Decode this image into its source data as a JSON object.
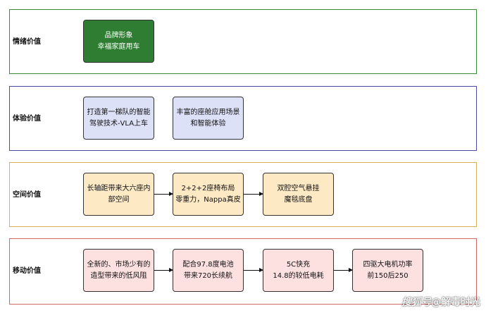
{
  "colors": {
    "emotion_border": "#3a8a3a",
    "experience_border": "#4a4aa0",
    "space_border": "#d4b060",
    "mobility_border": "#d06868",
    "emotion_box_bg": "#2e7d32",
    "experience_box_bg": "#dce1f7",
    "space_box_bg": "#fde9c4",
    "mobility_box_bg": "#fde0e0"
  },
  "rows": [
    {
      "label": "情绪价值",
      "boxes": [
        {
          "lines": [
            "品牌形象",
            "幸福家庭用车"
          ]
        }
      ]
    },
    {
      "label": "体验价值",
      "boxes": [
        {
          "lines": [
            "打造第一梯队的智能",
            "驾驶技术-VLA上车"
          ]
        },
        {
          "lines": [
            "丰富的座舱应用场景",
            "和智能体验"
          ]
        }
      ]
    },
    {
      "label": "空间价值",
      "boxes": [
        {
          "lines": [
            "长轴距带来大六座内",
            "部空间"
          ]
        },
        {
          "lines": [
            "2+2+2座椅布局",
            "零重力，Nappa真皮"
          ]
        },
        {
          "lines": [
            "双腔空气悬挂",
            "魔毯底盘"
          ]
        }
      ]
    },
    {
      "label": "移动价值",
      "boxes": [
        {
          "lines": [
            "全新的、市场少有的",
            "造型带来的低风阻"
          ]
        },
        {
          "lines": [
            "配合97.8度电池",
            "带来720长续航"
          ]
        },
        {
          "lines": [
            "5C快充",
            "14.8的较低电耗"
          ]
        },
        {
          "lines": [
            "四驱大电机功率",
            "前150后250"
          ]
        }
      ]
    }
  ],
  "watermark": {
    "logo": "搜狐号",
    "handle": "@解毒时光"
  }
}
